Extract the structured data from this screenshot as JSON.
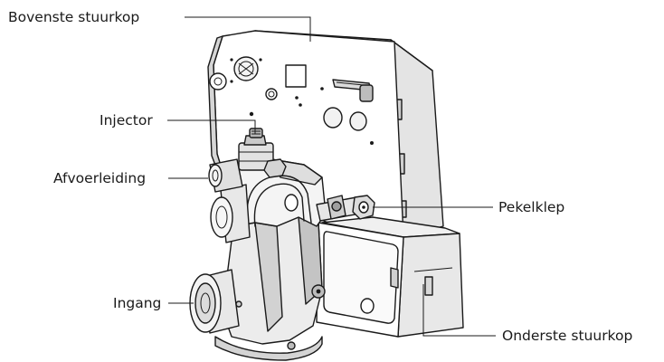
{
  "labels": {
    "bovenste_stuurkop": "Bovenste stuurkop",
    "injector": "Injector",
    "afvoerleiding": "Afvoerleiding",
    "ingang": "Ingang",
    "pekelklep": "Pekelklep",
    "onderste_stuurkop": "Onderste stuurkop"
  },
  "colors": {
    "line": "#1a1a1a",
    "body_fill": "#ffffff",
    "shade_light": "#e6e6e6",
    "shade_mid": "#c8c8c8",
    "shade_dark": "#9a9a9a",
    "background": "#ffffff"
  }
}
